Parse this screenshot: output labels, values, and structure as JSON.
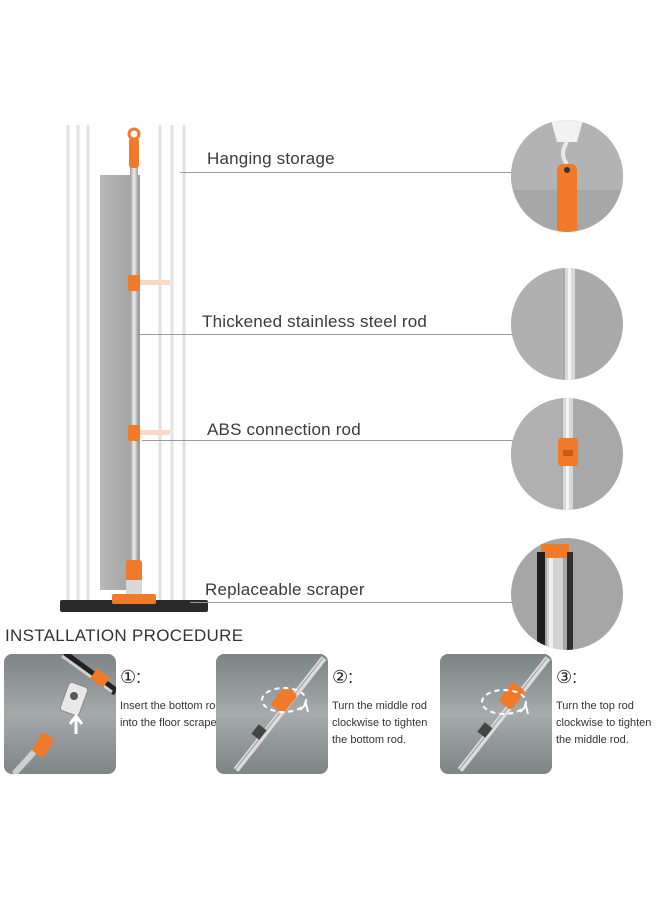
{
  "colors": {
    "accent": "#f07a2a",
    "steel": "#c7c7c7",
    "wall": "#a9a9a9",
    "panel": "#8f9596"
  },
  "callouts": [
    {
      "label": "Hanging storage",
      "icon": "hook-icon"
    },
    {
      "label": "Thickened stainless steel rod",
      "icon": "steel-rod-icon"
    },
    {
      "label": "ABS connection rod",
      "icon": "connector-icon"
    },
    {
      "label": "Replaceable scraper",
      "icon": "scraper-blade-icon"
    }
  ],
  "installation": {
    "title": "INSTALLATION PROCEDURE",
    "steps": [
      {
        "number": "①:",
        "text": "Insert the bottom rod into the floor scraper."
      },
      {
        "number": "②:",
        "text": "Turn the middle rod clockwise to tighten the bottom rod."
      },
      {
        "number": "③:",
        "text": "Turn the top rod clockwise to tighten the middle rod."
      }
    ]
  }
}
